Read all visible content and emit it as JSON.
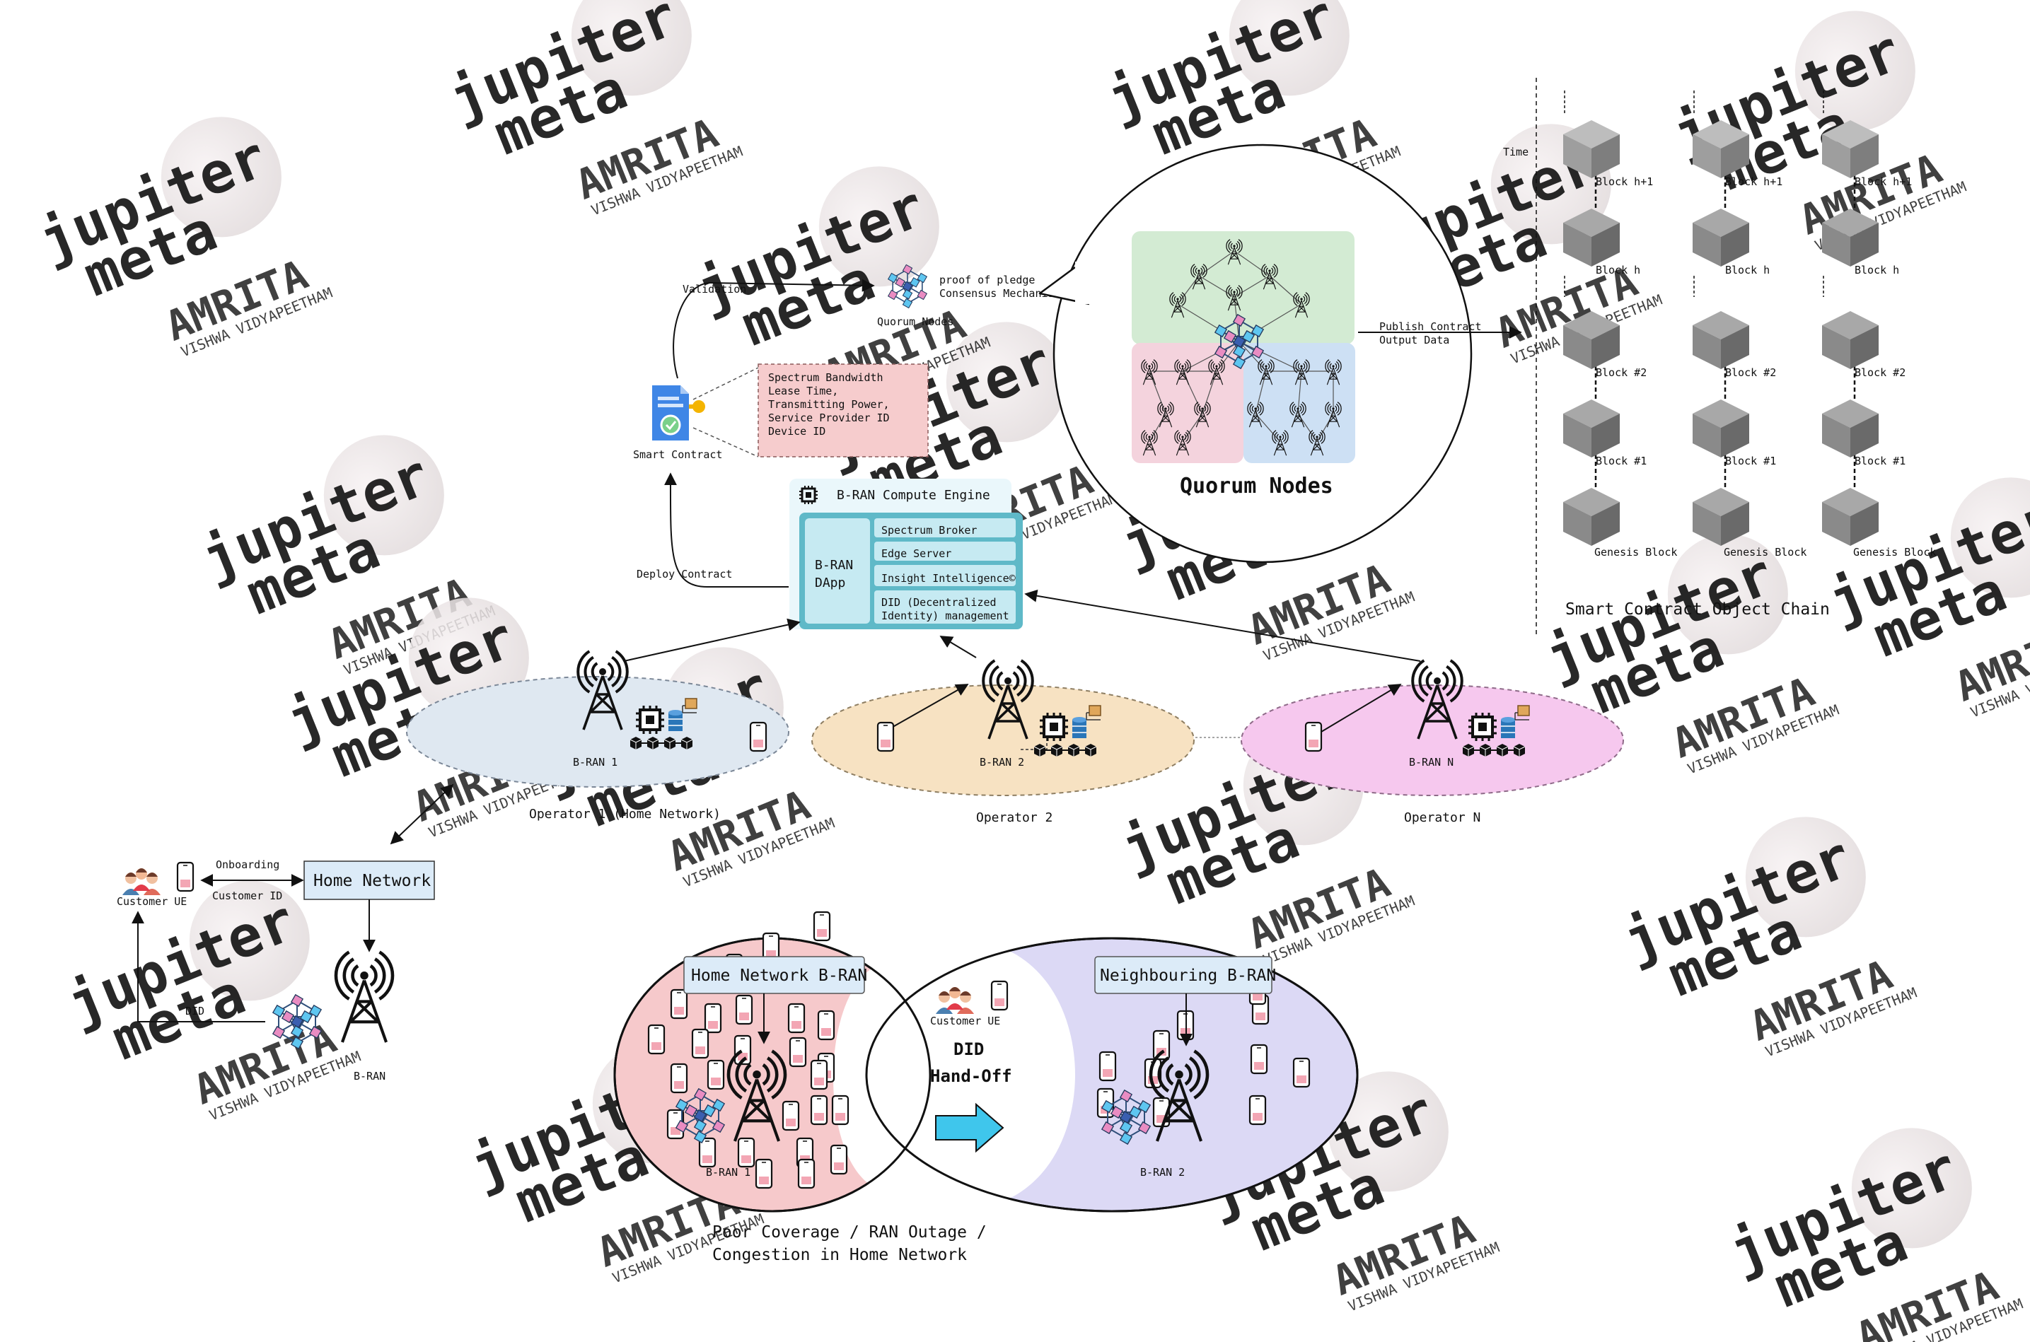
{
  "watermarks": {
    "jupiter": "jupiter",
    "meta": "meta",
    "amrita": "AMRITA",
    "amrita_sub": "VISHWA VIDYAPEETHAM",
    "color_text": "#f2c9d3",
    "color_ball": "#ebe6e7"
  },
  "icons": {
    "tower": "radio-tower-icon",
    "user": "person-icon",
    "phone": "smartphone-icon",
    "mesh": "blockchain-mesh-icon",
    "chip": "cpu-chip-icon",
    "database": "database-icon",
    "package": "package-box-icon",
    "contract": "smart-contract-file-icon",
    "cube": "block-cube-icon",
    "arrow": "handoff-arrow-icon"
  },
  "colors": {
    "operator1": "#dfe8f1",
    "operator2": "#f7e2c2",
    "operatorN": "#f6c8ee",
    "engine": "#5fb9c8",
    "engine_light": "#c6eaf2",
    "quorum_green": "#d3ebd3",
    "quorum_pink": "#f4d3dd",
    "quorum_blue": "#cde0f4",
    "home_circle": "#f6c9cb",
    "neighbour_circle": "#dcd9f5",
    "cube": "#8a8a8a",
    "params_fill": "#f6cccd",
    "handoff_arrow": "#3fc6ec"
  },
  "top": {
    "validation_label": "Validation",
    "quorum_small_label": "Quorum Nodes",
    "consensus_line1": "proof of pledge",
    "consensus_line2": "Consensus Mechanism",
    "smart_contract_label": "Smart Contract",
    "deploy_label": "Deploy Contract",
    "params": [
      "Spectrum Bandwidth",
      "Lease Time,",
      "Transmitting Power,",
      "Service Provider ID",
      "Device ID"
    ]
  },
  "engine": {
    "title": "B-RAN Compute Engine",
    "dapp_line1": "B-RAN",
    "dapp_line2": "DApp",
    "rows": [
      "Spectrum Broker",
      "Edge Server",
      "Insight Intelligence©",
      "DID (Decentralized",
      "Identity) management"
    ]
  },
  "quorum": {
    "title": "Quorum Nodes",
    "publish_line1": "Publish Contract",
    "publish_line2": "Output Data"
  },
  "chain": {
    "time_label": "Time",
    "caption": "Smart Contract Object Chain",
    "columns": [
      {
        "labels": [
          "Block h+1",
          "Block h",
          "Block #2",
          "Block #1",
          "Genesis Block"
        ]
      },
      {
        "labels": [
          "Block h+1",
          "Block h",
          "Block #2",
          "Block #1",
          "Genesis Block"
        ]
      },
      {
        "labels": [
          "Block h+1",
          "Block h",
          "Block #2",
          "Block #1",
          "Genesis Block"
        ]
      }
    ]
  },
  "operators": {
    "op1_tower": "B-RAN 1",
    "op2_tower": "B-RAN 2",
    "opN_tower": "B-RAN N",
    "op1_label": "Operator 1 (Home Network)",
    "op2_label": "Operator 2",
    "opN_label": "Operator N"
  },
  "onboarding": {
    "customer_label": "Customer UE",
    "onboarding_label": "Onboarding",
    "customer_id_label": "Customer ID",
    "home_network_box": "Home Network",
    "did_label": "DID",
    "bran_label": "B-RAN"
  },
  "handoff": {
    "home_box": "Home Network B-RAN",
    "neighbour_box": "Neighbouring B-RAN",
    "customer_label": "Customer UE",
    "did_line1": "DID",
    "did_line2": "Hand-Off",
    "bran1": "B-RAN 1",
    "bran2": "B-RAN 2",
    "caption_line1": "Poor Coverage / RAN Outage /",
    "caption_line2": "Congestion in Home Network"
  }
}
